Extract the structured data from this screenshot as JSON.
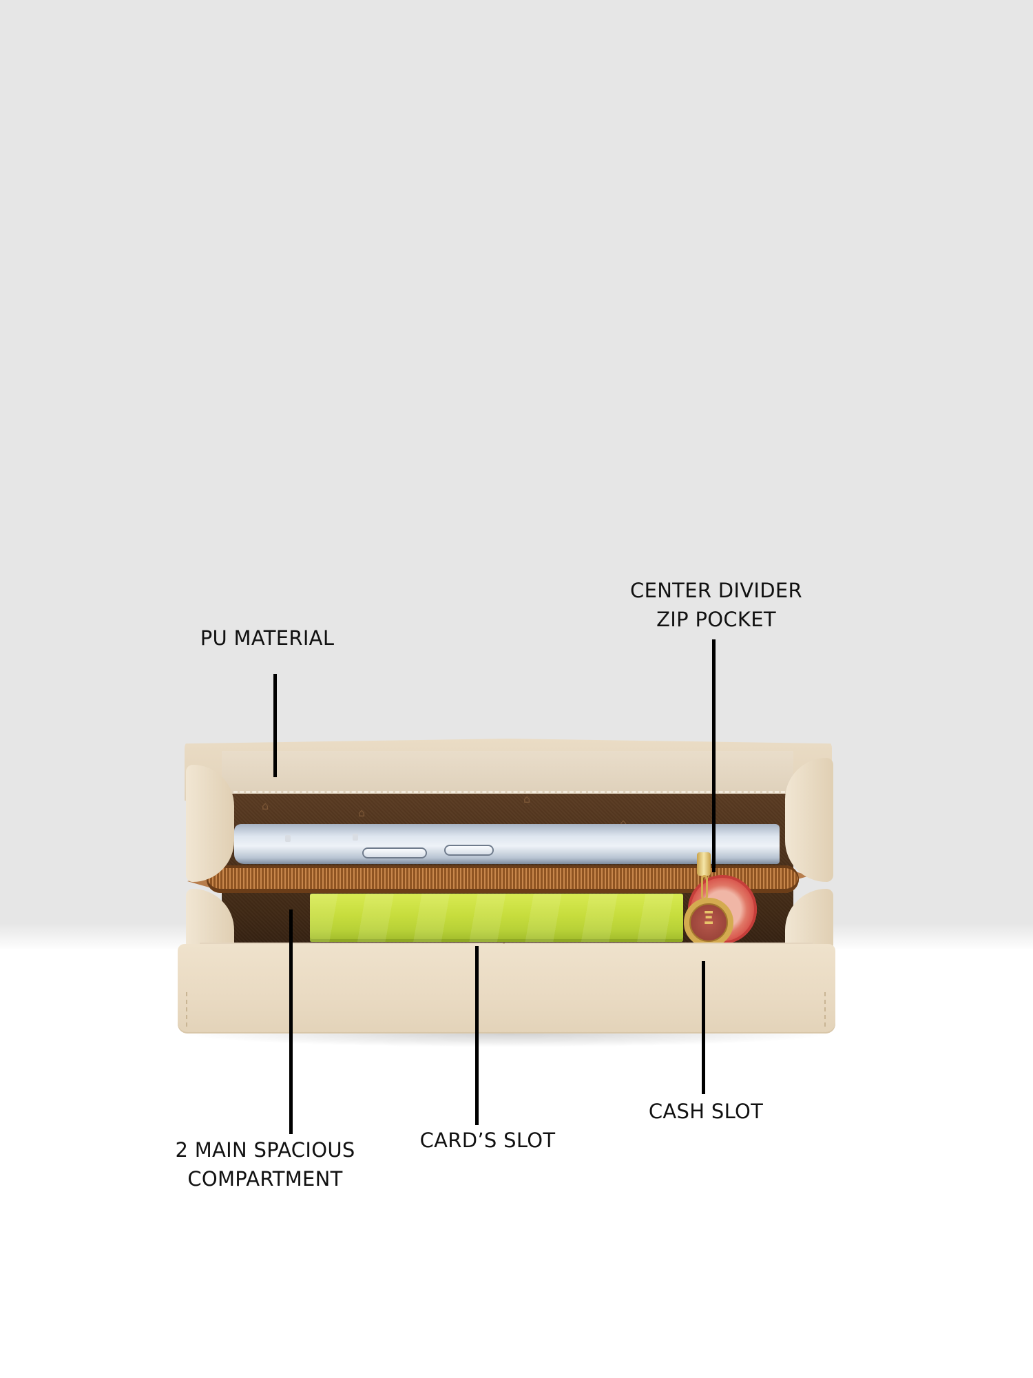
{
  "image": {
    "subject": "open beige wallet with feature callouts",
    "background": {
      "top_color": "#e6e6e6",
      "bottom_color": "#ffffff"
    },
    "wallet_colors": {
      "exterior": "#e9dac2",
      "lining": "#4a2f1a",
      "zipper": "#a8682f",
      "hardware": "#d4ab50"
    }
  },
  "callouts": {
    "center_divider": {
      "line1": "CENTER DIVIDER",
      "line2": "ZIP POCKET"
    },
    "pu_material": {
      "line1": "PU MATERIAL"
    },
    "compartment": {
      "line1": "2 MAIN SPACIOUS",
      "line2": "COMPARTMENT"
    },
    "cards_slot": {
      "line1": "CARD’S SLOT"
    },
    "cash_slot": {
      "line1": "CASH SLOT"
    }
  }
}
